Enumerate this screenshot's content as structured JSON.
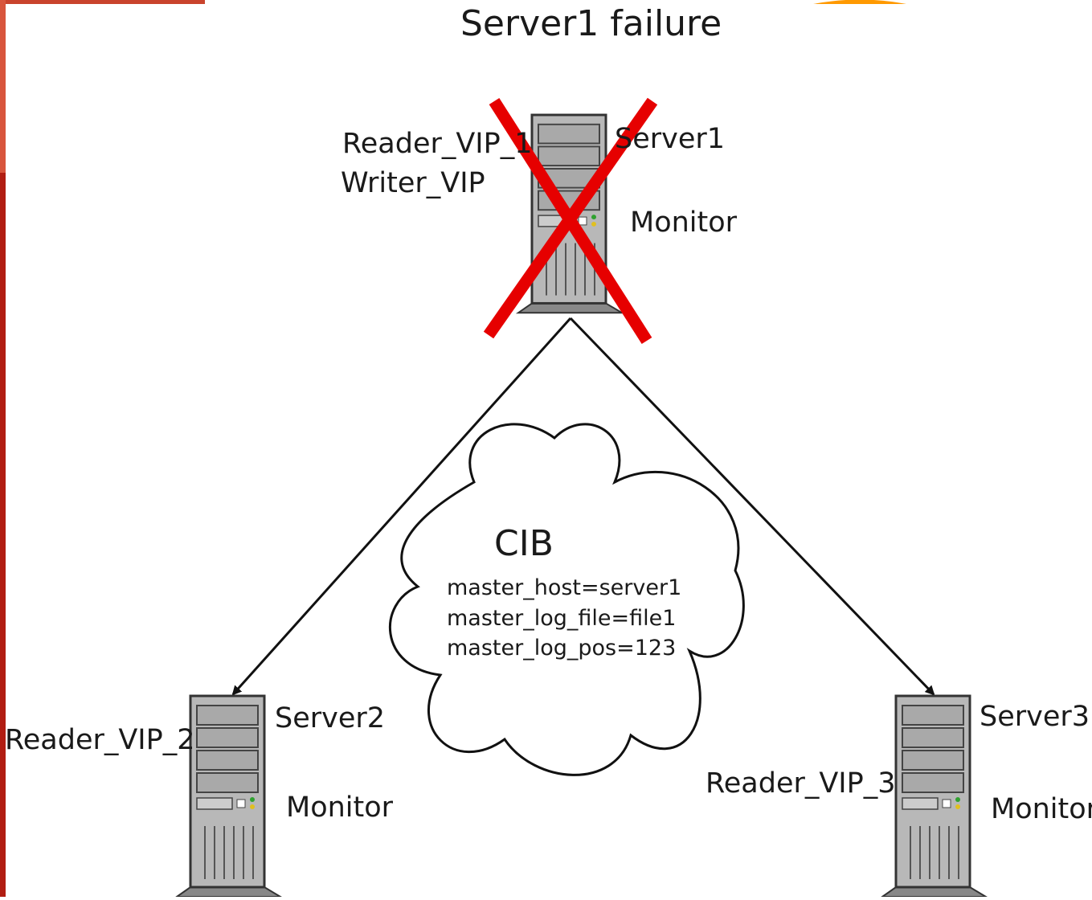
{
  "title": "Server1 failure",
  "colors": {
    "failure_cross": "#e60000",
    "slide_bar": "#c0251a",
    "slide_accent": "#ff9900",
    "server_body": "#b8b8b8",
    "server_outline": "#333333",
    "line": "#111111"
  },
  "servers": [
    {
      "id": "server1",
      "name": "Server1",
      "role": "Monitor",
      "vips": [
        "Reader_VIP_1",
        "Writer_VIP"
      ],
      "failed": true
    },
    {
      "id": "server2",
      "name": "Server2",
      "role": "Monitor",
      "vips": [
        "Reader_VIP_2"
      ],
      "failed": false
    },
    {
      "id": "server3",
      "name": "Server3",
      "role": "Monitor",
      "vips": [
        "Reader_VIP_3"
      ],
      "failed": false
    }
  ],
  "cib": {
    "title": "CIB",
    "lines": [
      "master_host=server1",
      "master_log_file=file1",
      "master_log_pos=123"
    ]
  },
  "icons": [
    "server-tower-icon",
    "failure-cross-icon",
    "cloud-icon",
    "arrow-icon"
  ]
}
